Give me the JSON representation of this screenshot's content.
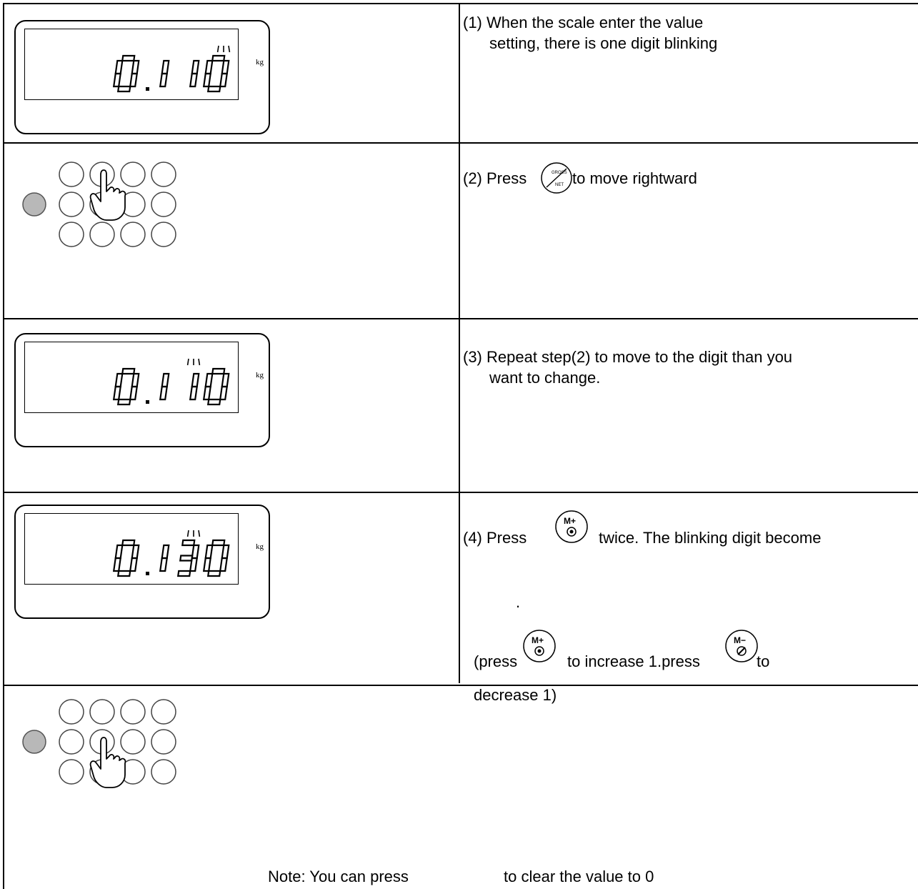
{
  "steps": [
    {
      "text_line1": "(1) When the scale enter the value",
      "text_line2": "setting, there is one digit blinking"
    },
    {
      "text_prefix": "(2) Press",
      "text_suffix": "to move rightward",
      "button_icon": "gross-net-button-icon"
    },
    {
      "text_line1": "(3) Repeat step(2) to move to the digit than you",
      "text_line2": "want to change."
    },
    {
      "text_prefix": "(4) Press",
      "text_suffix": "twice. The blinking digit become",
      "dot": ".",
      "paren_prefix": "(press",
      "paren_middle": "to increase 1.press",
      "paren_suffix": "to",
      "line_last": "decrease 1)",
      "button_plus": "M+",
      "button_minus": "M−"
    }
  ],
  "displays": [
    {
      "digits": [
        "0",
        "1",
        "1",
        "0"
      ],
      "unit": "kg",
      "blinking_index": 3
    },
    {
      "digits": [
        "0",
        "1",
        "1",
        "0"
      ],
      "unit": "kg",
      "blinking_index": 2
    },
    {
      "digits": [
        "0",
        "1",
        "3",
        "0"
      ],
      "unit": "kg",
      "blinking_index": 2
    }
  ],
  "note": {
    "prefix": "Note: You can press",
    "suffix": "to clear the value to 0"
  }
}
